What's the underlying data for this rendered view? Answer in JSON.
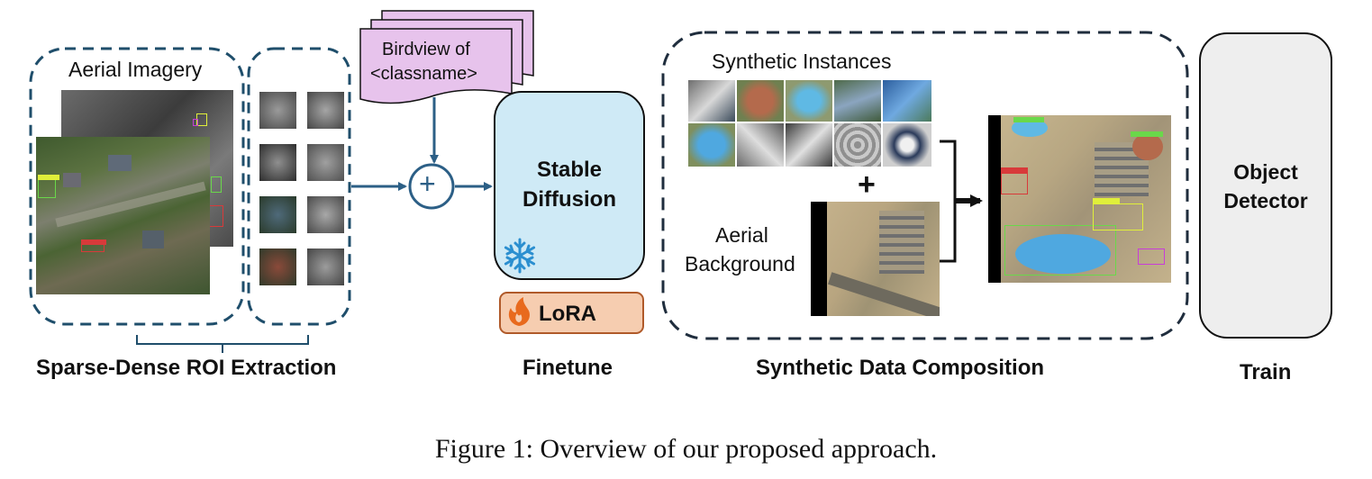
{
  "sections": {
    "roi": "Sparse-Dense ROI Extraction",
    "finetune": "Finetune",
    "composition": "Synthetic Data Composition",
    "train": "Train"
  },
  "aerial_imagery_label": "Aerial Imagery",
  "prompt_card": {
    "line1": "Birdview of",
    "line2": "<classname>"
  },
  "combine_symbol": "+",
  "stable_diffusion": {
    "line1": "Stable",
    "line2": "Diffusion",
    "icon": "snowflake-icon"
  },
  "lora": {
    "label": "LoRA",
    "icon": "flame-icon"
  },
  "synthetic_instances_label": "Synthetic Instances",
  "plus_symbol": "+",
  "aerial_background": {
    "line1": "Aerial",
    "line2": "Background"
  },
  "object_detector": {
    "line1": "Object",
    "line2": "Detector"
  },
  "caption": "Figure 1: Overview of our proposed approach.",
  "colors": {
    "dashed_border": "#1f4e6b",
    "arrow": "#2c5f86",
    "prompt_fill": "#e7c3ec",
    "sd_fill": "#cfeaf6",
    "lora_fill": "#f6cdb0",
    "lora_border": "#b05a2a",
    "detector_fill": "#eeeeee"
  }
}
